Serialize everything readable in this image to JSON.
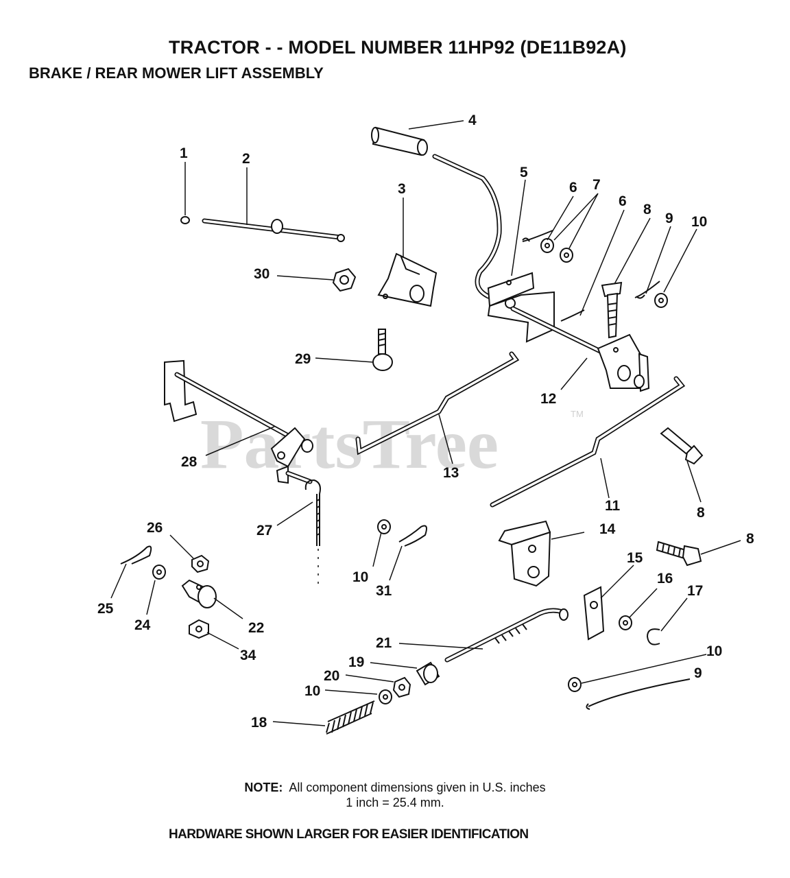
{
  "header": {
    "title": "TRACTOR - - MODEL NUMBER 11HP92    (DE11B92A)",
    "subtitle": "BRAKE / REAR MOWER LIFT ASSEMBLY"
  },
  "watermark": {
    "text": "PartsTree",
    "tm": "TM"
  },
  "callouts": {
    "c1": "1",
    "c2": "2",
    "c3": "3",
    "c4": "4",
    "c5": "5",
    "c6a": "6",
    "c6b": "6",
    "c7": "7",
    "c8a": "8",
    "c8b": "8",
    "c8c": "8",
    "c9a": "9",
    "c9b": "9",
    "c10a": "10",
    "c10b": "10",
    "c10c": "10",
    "c10d": "10",
    "c11": "11",
    "c12": "12",
    "c13": "13",
    "c14": "14",
    "c15": "15",
    "c16": "16",
    "c17": "17",
    "c18": "18",
    "c19": "19",
    "c20": "20",
    "c21": "21",
    "c22": "22",
    "c24": "24",
    "c25": "25",
    "c26": "26",
    "c27": "27",
    "c28": "28",
    "c29": "29",
    "c30": "30",
    "c31": "31",
    "c34": "34"
  },
  "note": {
    "label": "NOTE:",
    "line1": "All component dimensions given in U.S. inches",
    "line2": "1 inch = 25.4 mm."
  },
  "footer": "HARDWARE SHOWN LARGER FOR EASIER IDENTIFICATION"
}
